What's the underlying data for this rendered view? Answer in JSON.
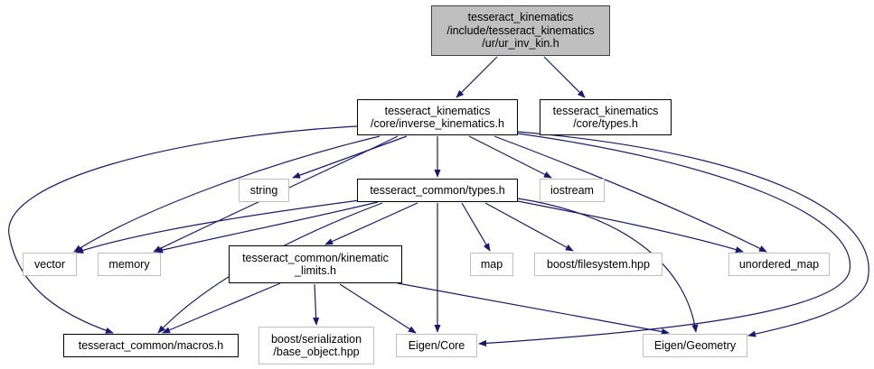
{
  "colors": {
    "edge": "#191970",
    "root_fill": "#bfbfbf",
    "local_border": "#000000",
    "system_border": "#bfbfbf"
  },
  "nodes": [
    {
      "id": "root",
      "kind": "root",
      "label": "tesseract_kinematics\n/include/tesseract_kinematics\n/ur/ur_inv_kin.h"
    },
    {
      "id": "invkin",
      "kind": "local",
      "label": "tesseract_kinematics\n/core/inverse_kinematics.h"
    },
    {
      "id": "kintypes",
      "kind": "local",
      "label": "tesseract_kinematics\n/core/types.h"
    },
    {
      "id": "string",
      "kind": "system",
      "label": "string"
    },
    {
      "id": "commontypes",
      "kind": "local",
      "label": "tesseract_common/types.h"
    },
    {
      "id": "iostream",
      "kind": "system",
      "label": "iostream"
    },
    {
      "id": "vector",
      "kind": "system",
      "label": "vector"
    },
    {
      "id": "memory",
      "kind": "system",
      "label": "memory"
    },
    {
      "id": "kinlimits",
      "kind": "local",
      "label": "tesseract_common/kinematic\n_limits.h"
    },
    {
      "id": "map",
      "kind": "system",
      "label": "map"
    },
    {
      "id": "filesystem",
      "kind": "system",
      "label": "boost/filesystem.hpp"
    },
    {
      "id": "unordered",
      "kind": "system",
      "label": "unordered_map"
    },
    {
      "id": "macros",
      "kind": "local",
      "label": "tesseract_common/macros.h"
    },
    {
      "id": "serialization",
      "kind": "system",
      "label": "boost/serialization\n/base_object.hpp"
    },
    {
      "id": "eigencore",
      "kind": "system",
      "label": "Eigen/Core"
    },
    {
      "id": "eigengeom",
      "kind": "system",
      "label": "Eigen/Geometry"
    }
  ],
  "edges": [
    [
      "root",
      "invkin"
    ],
    [
      "root",
      "kintypes"
    ],
    [
      "invkin",
      "string"
    ],
    [
      "invkin",
      "commontypes"
    ],
    [
      "invkin",
      "iostream"
    ],
    [
      "invkin",
      "vector"
    ],
    [
      "invkin",
      "memory"
    ],
    [
      "invkin",
      "unordered"
    ],
    [
      "invkin",
      "macros"
    ],
    [
      "invkin",
      "eigencore"
    ],
    [
      "invkin",
      "eigengeom"
    ],
    [
      "commontypes",
      "vector"
    ],
    [
      "commontypes",
      "memory"
    ],
    [
      "commontypes",
      "kinlimits"
    ],
    [
      "commontypes",
      "map"
    ],
    [
      "commontypes",
      "filesystem"
    ],
    [
      "commontypes",
      "unordered"
    ],
    [
      "commontypes",
      "macros"
    ],
    [
      "commontypes",
      "eigencore"
    ],
    [
      "commontypes",
      "eigengeom"
    ],
    [
      "kinlimits",
      "macros"
    ],
    [
      "kinlimits",
      "serialization"
    ],
    [
      "kinlimits",
      "eigencore"
    ],
    [
      "kinlimits",
      "eigengeom"
    ]
  ]
}
